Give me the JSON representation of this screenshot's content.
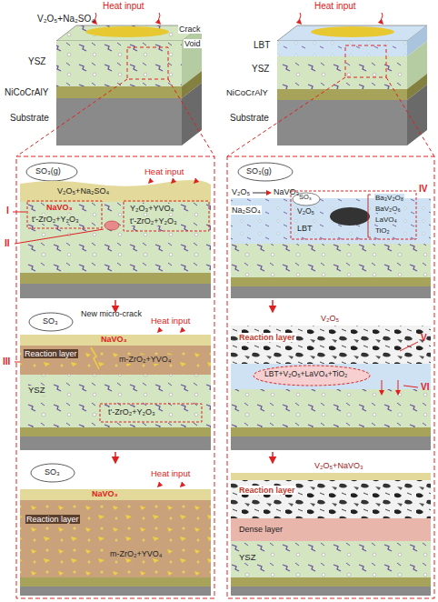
{
  "diagram": {
    "labels": [
      "Heat input",
      "V₂O₅+Na₂SO₄",
      "YSZ",
      "NiCoCrAlY",
      "Substrate",
      "Crack",
      "Void",
      "Heat input",
      "LBT",
      "YSZ",
      "NiCoCrAlY",
      "Substrate",
      "SO₃(g)",
      "Heat input",
      "V₂O₅+Na₂SO₄",
      "I",
      "NaVO₃",
      "t'-ZrO₂+Y₂O₃",
      "Y₂O₃+YVO₄",
      "t'-ZrO₂+Y₂O₃",
      "II",
      "SO₃",
      "New micro-crack",
      "Heat input",
      "III",
      "NaVO₃",
      "Reaction layer",
      "m-ZrO₂+YVO₄",
      "YSZ",
      "t'-ZrO₂+Y₂O₃",
      "SO₃",
      "Heat input",
      "NaVO₃",
      "Reaction layer",
      "m-ZrO₂+YVO₄",
      "SO₃(g)",
      "V₂O₅",
      "Na₂SO₄",
      "NaVO₃",
      "SO₃",
      "V₂O₅",
      "LBT",
      "IV",
      "Ba₃V₂O₈",
      "BaV₂O₆",
      "LaVO₄",
      "TiO₂",
      "V₂O₅",
      "Reaction layer",
      "V",
      "LBT+V₂O₅+LaVO₄+TiO₂",
      "VI",
      "V₂O₅+NaVO₃",
      "Reaction layer",
      "Dense layer",
      "YSZ"
    ]
  }
}
